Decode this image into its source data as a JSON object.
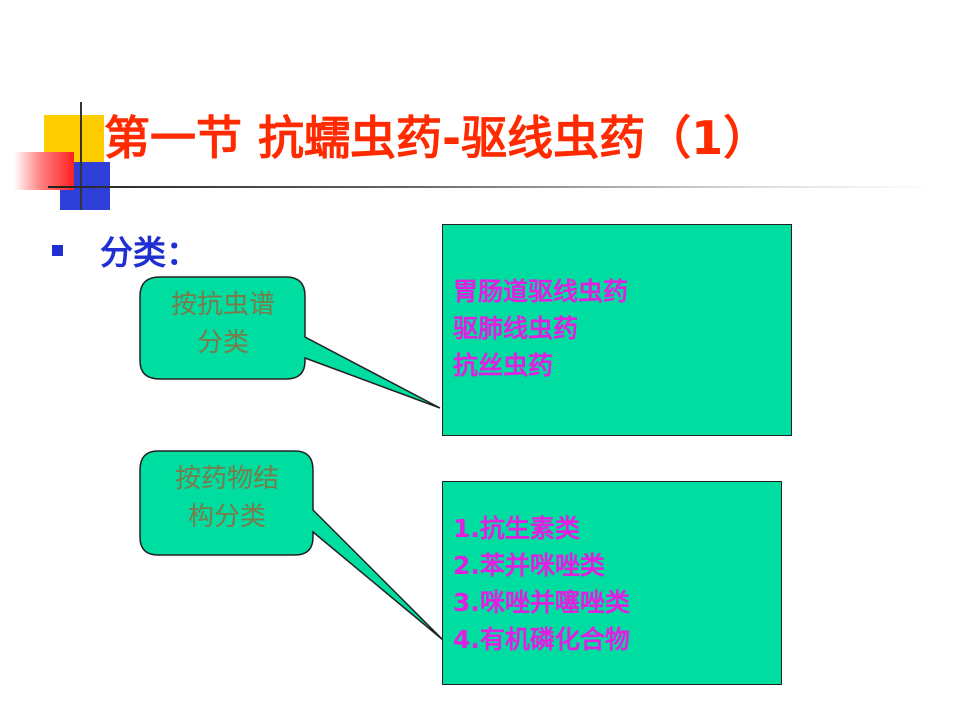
{
  "title": "第一节 抗蠕虫药-驱线虫药（1）",
  "bullet": {
    "label": "分类："
  },
  "callouts": [
    {
      "label": "按抗虫谱\n分类",
      "items": [
        "胃肠道驱线虫药",
        "驱肺线虫药",
        "抗丝虫药"
      ]
    },
    {
      "label": "按药物结\n构分类",
      "items": [
        "1.抗生素类",
        "2.苯并咪唑类",
        "3.咪唑并噻唑类",
        "4.有机磷化合物"
      ]
    }
  ],
  "colors": {
    "title": "#ff2a00",
    "bullet": "#1f2fd1",
    "fill": "#00dda0",
    "box_text": "#e020e0",
    "callout_text": "#7a7a4a"
  }
}
